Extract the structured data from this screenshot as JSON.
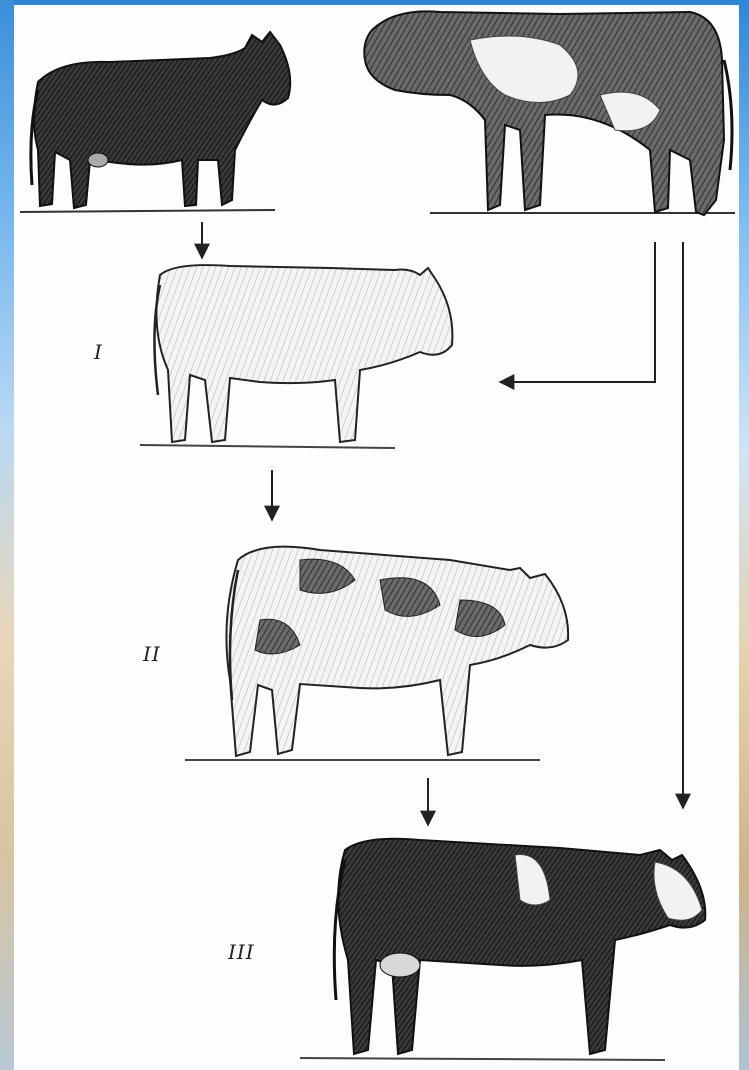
{
  "figure": {
    "generations": [
      {
        "id": "I",
        "label": "I"
      },
      {
        "id": "II",
        "label": "II"
      },
      {
        "id": "III",
        "label": "III"
      }
    ]
  }
}
